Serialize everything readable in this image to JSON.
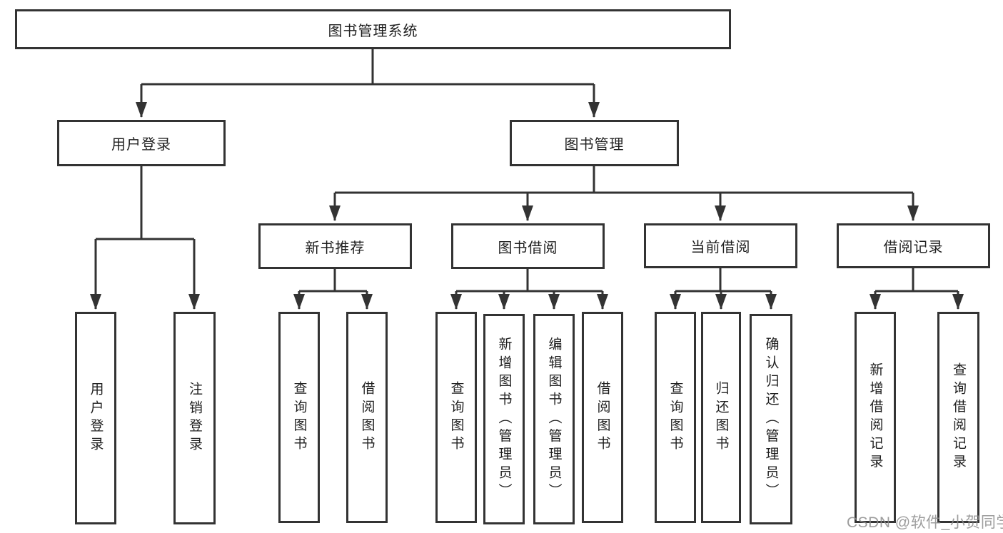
{
  "tree": {
    "label": "图书管理系统",
    "children": [
      {
        "label": "用户登录",
        "children": [
          {
            "label": "用户登录"
          },
          {
            "label": "注销登录"
          }
        ]
      },
      {
        "label": "图书管理",
        "children": [
          {
            "label": "新书推荐",
            "children": [
              {
                "label": "查询图书"
              },
              {
                "label": "借阅图书"
              }
            ]
          },
          {
            "label": "图书借阅",
            "children": [
              {
                "label": "查询图书"
              },
              {
                "label": "新增图书（管理员）"
              },
              {
                "label": "编辑图书（管理员）"
              },
              {
                "label": "借阅图书"
              }
            ]
          },
          {
            "label": "当前借阅",
            "children": [
              {
                "label": "查询图书"
              },
              {
                "label": "归还图书"
              },
              {
                "label": "确认归还（管理员）"
              }
            ]
          },
          {
            "label": "借阅记录",
            "children": [
              {
                "label": "新增借阅记录"
              },
              {
                "label": "查询借阅记录"
              }
            ]
          }
        ]
      }
    ]
  },
  "watermark": {
    "text": "CSDN @软件_小贺同学"
  },
  "colors": {
    "line": "#333333",
    "box_border": "#333333",
    "text": "#1f1f1f",
    "watermark": "#8c8c8c",
    "background": "#ffffff"
  }
}
